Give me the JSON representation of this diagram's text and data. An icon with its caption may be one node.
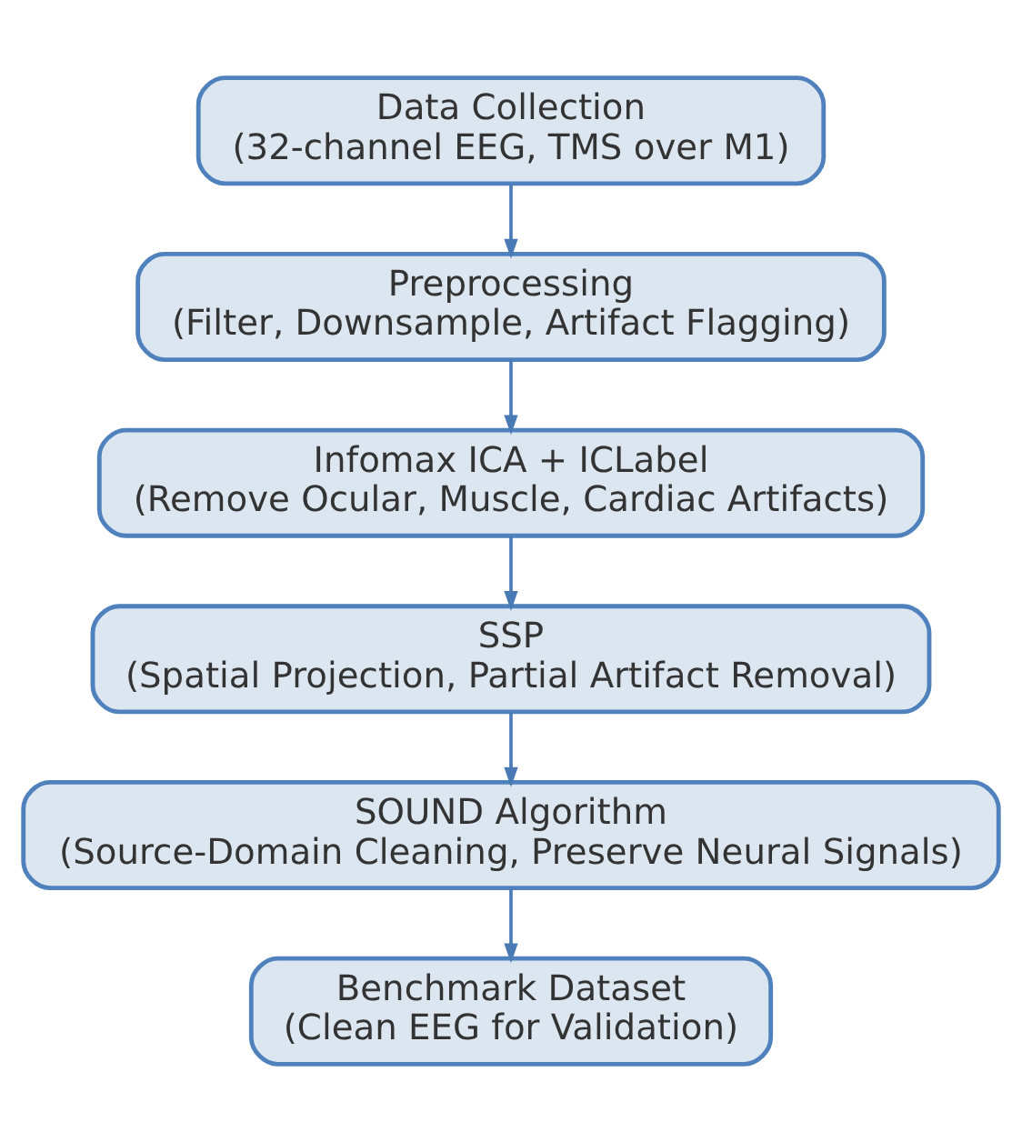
{
  "diagram": {
    "nodes": [
      {
        "text": [
          "Data Collection",
          "(32-channel EEG, TMS over M1)"
        ]
      },
      {
        "text": [
          "Preprocessing",
          "(Filter, Downsample, Artifact Flagging)"
        ]
      },
      {
        "text": [
          "Infomax ICA + ICLabel",
          "(Remove Ocular, Muscle, Cardiac Artifacts)"
        ]
      },
      {
        "text": [
          "SSP",
          "(Spatial Projection, Partial Artifact Removal)"
        ]
      },
      {
        "text": [
          "SOUND Algorithm",
          "(Source-Domain Cleaning, Preserve Neural Signals)"
        ]
      },
      {
        "text": [
          "Benchmark Dataset",
          "(Clean EEG for Validation)"
        ]
      }
    ],
    "edges": [
      {
        "from": 0,
        "to": 1,
        "arrow": "to"
      },
      {
        "from": 1,
        "to": 2,
        "arrow": "to"
      },
      {
        "from": 2,
        "to": 3,
        "arrow": "to"
      },
      {
        "from": 3,
        "to": 4,
        "arrow": "to"
      },
      {
        "from": 4,
        "to": 5,
        "arrow": "to"
      }
    ]
  }
}
